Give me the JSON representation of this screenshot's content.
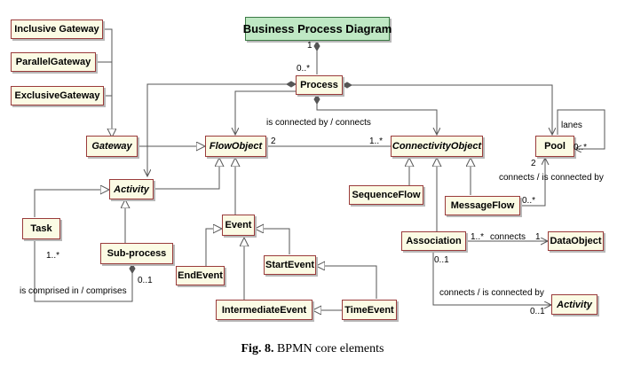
{
  "boxes": {
    "inclusive_gateway": "Inclusive Gateway",
    "parallel_gateway": "ParallelGateway",
    "exclusive_gateway": "ExclusiveGateway",
    "business_process_diagram": "Business Process Diagram",
    "process": "Process",
    "gateway": "Gateway",
    "flow_object": "FlowObject",
    "connectivity_object": "ConnectivityObject",
    "pool": "Pool",
    "activity": "Activity",
    "sequence_flow": "SequenceFlow",
    "message_flow": "MessageFlow",
    "task": "Task",
    "event": "Event",
    "sub_process": "Sub-process",
    "start_event": "StartEvent",
    "association": "Association",
    "data_object": "DataObject",
    "end_event": "EndEvent",
    "intermediate_event": "IntermediateEvent",
    "time_event": "TimeEvent",
    "activity_2": "Activity"
  },
  "labels": {
    "bpd_mult": "1",
    "process_mult": "0..*",
    "is_connected_by": "is connected by / connects",
    "flowobject_mult": "2",
    "connectivity_mult": "1..*",
    "lanes": "lanes",
    "lanes_mult": "0..*",
    "pool_mult": "2",
    "pool_connects": "connects / is connected by",
    "messageflow_mult": "0..*",
    "task_mult": "1..*",
    "subprocess_mult": "0..1",
    "comprised_in": "is comprised in / comprises",
    "assoc_mult_left": "1..*",
    "assoc_connects": "connects",
    "dataobject_mult": "1",
    "assoc_mult_bottom": "0..1",
    "assoc_connects_activity": "connects / is connected by",
    "activity2_mult": "0..1"
  },
  "caption": {
    "fig": "Fig. 8.",
    "text": " BPMN core elements"
  }
}
